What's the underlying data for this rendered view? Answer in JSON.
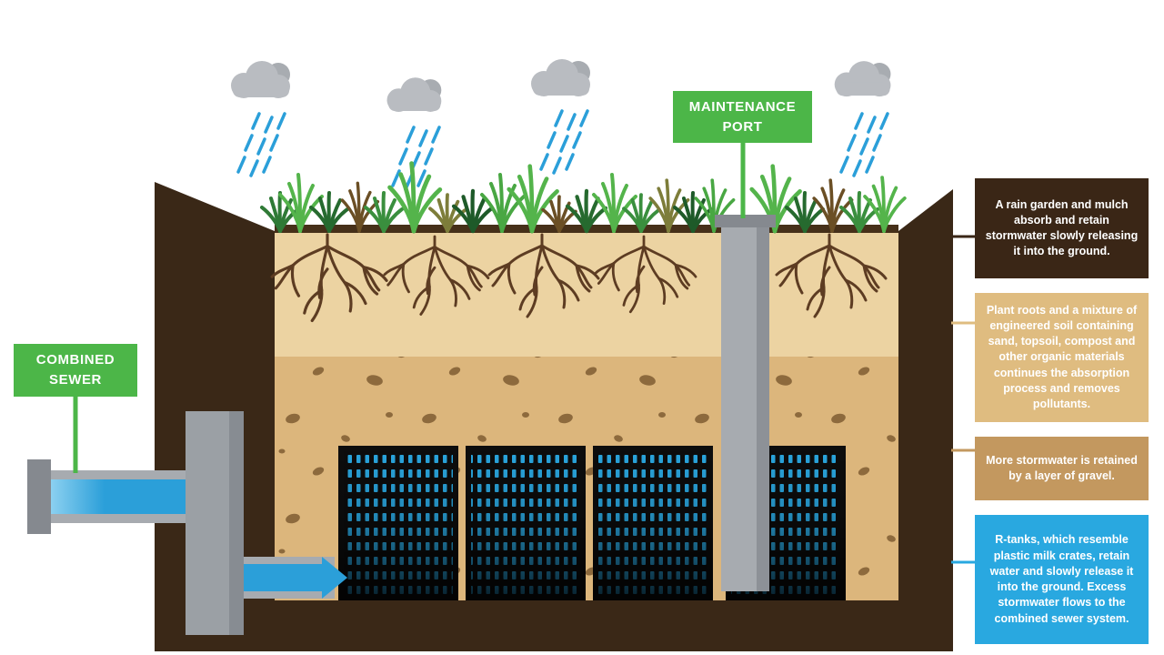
{
  "labels": {
    "maintenance_port": "MAINTENANCE PORT",
    "combined_sewer": "COMBINED SEWER"
  },
  "callouts": [
    {
      "id": "rain-garden",
      "text": "A rain garden and mulch absorb and retain stormwater slowly releasing it into the ground.",
      "bg": "#3a2616"
    },
    {
      "id": "engineered-soil",
      "text": "Plant roots and a mixture of engineered soil containing sand, topsoil, compost and other organic materials continues the absorption process and removes pollutants.",
      "bg": "#dfbc80"
    },
    {
      "id": "gravel-layer",
      "text": "More stormwater is retained by a layer of gravel.",
      "bg": "#c3985f"
    },
    {
      "id": "r-tanks",
      "text": "R-tanks, which resemble plastic milk crates, retain water and slowly release it into the ground. Excess stormwater flows to the combined sewer system.",
      "bg": "#29a8e0"
    }
  ],
  "colors": {
    "label_green": "#4cb648",
    "soil_dark": "#3a2817",
    "soil_root_layer": "#ecd3a2",
    "soil_engineered": "#dcb67c",
    "speckle_brown": "#8d6a3d",
    "water_blue": "#2b9fd9",
    "tank_black": "#0d0d0d",
    "tank_dash_blue": "#2aa7e0",
    "pipe_gray": "#a7abb0",
    "cloud_gray": "#b9bcc1"
  }
}
